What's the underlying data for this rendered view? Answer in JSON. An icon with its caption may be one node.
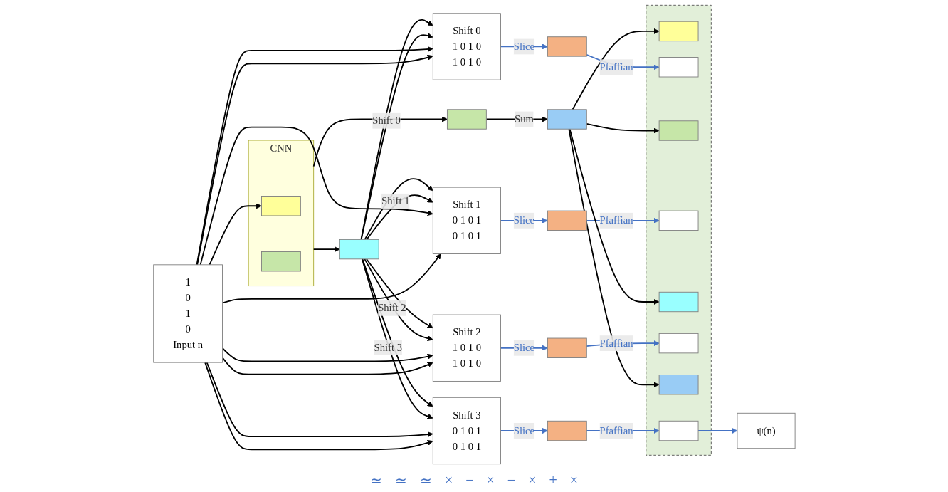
{
  "diagram": {
    "nodes": [
      {
        "text": [
          "1",
          "0",
          "1",
          "0",
          "Input n"
        ]
      },
      {
        "text": [
          "CNN"
        ]
      },
      {
        "text": [],
        "shape": "box",
        "in": 1
      },
      {
        "text": [],
        "shape": "box",
        "in": 1
      },
      {
        "text": [],
        "shape": "box"
      },
      {
        "text": [
          "Shift 0",
          "1 0 1 0",
          "1 0 1 0"
        ]
      },
      {
        "text": [
          "Shift 1",
          "0 1 0 1",
          "0 1 0 1"
        ]
      },
      {
        "text": [
          "Shift 2",
          "1 0 1 0",
          "1 0 1 0"
        ]
      },
      {
        "text": [
          "Shift 3",
          "0 1 0 1",
          "0 1 0 1"
        ]
      },
      {
        "text": [],
        "shape": "box"
      },
      {
        "text": [],
        "shape": "box"
      },
      {
        "text": [],
        "shape": "box"
      },
      {
        "text": [],
        "shape": "box"
      },
      {
        "text": [],
        "shape": "box"
      },
      {
        "text": [],
        "shape": "box",
        "in": 13
      },
      {
        "text": [],
        "shape": "box",
        "in": 13
      },
      {
        "text": [],
        "shape": "box",
        "in": 13
      },
      {
        "text": [],
        "shape": "box",
        "in": 13
      },
      {
        "text": [],
        "shape": "box",
        "in": 13
      },
      {
        "text": [],
        "shape": "box",
        "in": 13
      },
      {
        "text": [],
        "shape": "box",
        "in": 13
      },
      {
        "text": [],
        "shape": "box",
        "in": 13
      },
      {
        "text": [
          "ψ(n)"
        ]
      },
      {
        "text": [],
        "shape": "box"
      },
      {
        "text": [],
        "shape": "box"
      }
    ],
    "edges": [
      {
        "from": 0,
        "to": 2,
        "arrow": "to"
      },
      {
        "from": 0,
        "to": 5,
        "arrow": "to"
      },
      {
        "from": 0,
        "to": 5,
        "arrow": "to"
      },
      {
        "from": 0,
        "to": 6,
        "arrow": "to"
      },
      {
        "from": 0,
        "to": 6,
        "arrow": "to"
      },
      {
        "from": 0,
        "to": 7,
        "arrow": "to"
      },
      {
        "from": 0,
        "to": 7,
        "arrow": "to"
      },
      {
        "from": 0,
        "to": 8,
        "arrow": "to"
      },
      {
        "from": 0,
        "to": 8,
        "arrow": "to"
      },
      {
        "from": 1,
        "to": 4,
        "arrow": "to"
      },
      {
        "from": 4,
        "to": 5,
        "arrow": "to",
        "label": "Shift 0"
      },
      {
        "from": 4,
        "to": 5,
        "arrow": "to"
      },
      {
        "from": 4,
        "to": 6,
        "arrow": "to",
        "label": "Shift 1"
      },
      {
        "from": 4,
        "to": 6,
        "arrow": "to"
      },
      {
        "from": 4,
        "to": 7,
        "arrow": "to",
        "label": "Shift 2"
      },
      {
        "from": 4,
        "to": 7,
        "arrow": "to"
      },
      {
        "from": 4,
        "to": 8,
        "arrow": "to",
        "label": "Shift 3"
      },
      {
        "from": 4,
        "to": 8,
        "arrow": "to"
      },
      {
        "from": 5,
        "to": 9,
        "arrow": "to",
        "label": "Slice",
        "color": "#4472c4"
      },
      {
        "from": 6,
        "to": 10,
        "arrow": "to",
        "label": "Slice",
        "color": "#4472c4"
      },
      {
        "from": 7,
        "to": 11,
        "arrow": "to",
        "label": "Slice",
        "color": "#4472c4"
      },
      {
        "from": 8,
        "to": 12,
        "arrow": "to",
        "label": "Slice",
        "color": "#4472c4"
      },
      {
        "from": 9,
        "to": 15,
        "arrow": "to",
        "label": "Pfaffian",
        "color": "#4472c4"
      },
      {
        "from": 10,
        "to": 17,
        "arrow": "to",
        "label": "Pfaffian",
        "color": "#4472c4"
      },
      {
        "from": 11,
        "to": 19,
        "arrow": "to",
        "label": "Pfaffian",
        "color": "#4472c4"
      },
      {
        "from": 12,
        "to": 21,
        "arrow": "to",
        "label": "Pfaffian",
        "color": "#4472c4"
      },
      {
        "from": 21,
        "to": 22,
        "arrow": "to",
        "color": "#4472c4"
      },
      {
        "from": 1,
        "to": 23,
        "arrow": "to"
      },
      {
        "from": 23,
        "to": 24,
        "arrow": "to",
        "label": "Sum"
      },
      {
        "from": 24,
        "to": 14,
        "arrow": "to"
      },
      {
        "from": 24,
        "to": 16,
        "arrow": "to"
      },
      {
        "from": 24,
        "to": 18,
        "arrow": "to"
      },
      {
        "from": 24,
        "to": 20,
        "arrow": "to"
      }
    ],
    "labels": [
      "≃",
      "≃",
      "≃",
      "×",
      "−",
      "×",
      "−",
      "×",
      "+",
      "×"
    ]
  }
}
